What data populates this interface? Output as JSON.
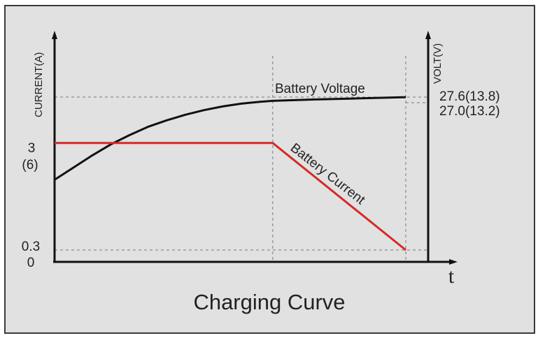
{
  "chart_data": {
    "type": "line",
    "title": "Charging Curve",
    "xlabel": "t",
    "ylabel_left": "CURRENT(A)",
    "ylabel_right": "VOLT(V)",
    "xlim": [
      0,
      1
    ],
    "ylim_left": [
      0,
      5.73
    ],
    "ylim_right": [
      9.85,
      34.3
    ],
    "grid": false,
    "left_ticks": [
      {
        "value": 0,
        "label": "0"
      },
      {
        "value": 0.3,
        "label": "0.3"
      },
      {
        "value": 3,
        "label": "3",
        "sublabel": "(6)"
      }
    ],
    "right_ticks": [
      {
        "value": 27.6,
        "label": "27.6(13.8)"
      },
      {
        "value": 27.0,
        "label": "27.0(13.2)"
      }
    ],
    "markers_x": [
      0.584,
      0.94
    ],
    "series": [
      {
        "name": "Battery Voltage",
        "axis": "right",
        "color": "#111111",
        "x": [
          0,
          0.05,
          0.1,
          0.15,
          0.2,
          0.25,
          0.3,
          0.35,
          0.4,
          0.45,
          0.5,
          0.55,
          0.584,
          0.7,
          0.8,
          0.94
        ],
        "y": [
          18.7,
          20.0,
          21.3,
          22.5,
          23.5,
          24.4,
          25.1,
          25.7,
          26.2,
          26.6,
          26.9,
          27.1,
          27.2,
          27.35,
          27.45,
          27.6
        ]
      },
      {
        "name": "Battery Current",
        "axis": "left",
        "color": "#d42a2a",
        "x": [
          0,
          0.584,
          0.94
        ],
        "y": [
          3,
          3,
          0.3
        ]
      }
    ]
  }
}
